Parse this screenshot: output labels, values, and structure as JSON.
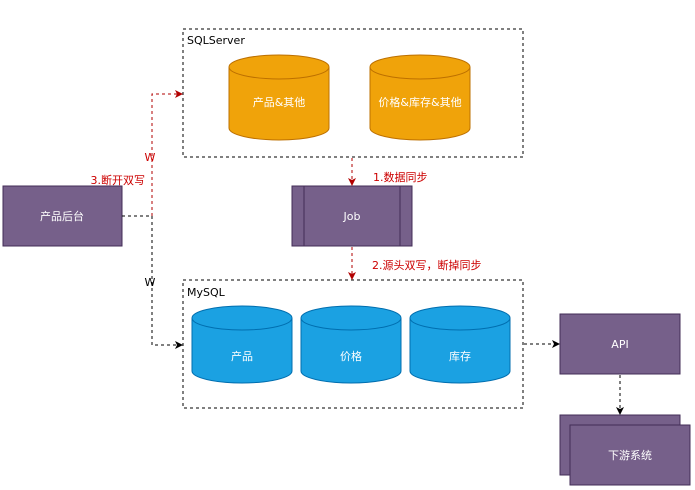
{
  "groups": {
    "sqlserver": {
      "label": "SQLServer"
    },
    "mysql": {
      "label": "MySQL"
    }
  },
  "nodes": {
    "product_backend": "产品后台",
    "job": "Job",
    "api": "API",
    "downstream": "下游系统"
  },
  "databases": {
    "sqlserver_products": "产品&其他",
    "sqlserver_price_inventory": "价格&库存&其他",
    "mysql_products": "产品",
    "mysql_price": "价格",
    "mysql_inventory": "库存"
  },
  "edges": {
    "data_sync": "1.数据同步",
    "source_double_write": "2.源头双写，断掉同步",
    "break_double_write": "3.断开双写",
    "write_top": "W",
    "write_bottom": "W"
  },
  "colors": {
    "orange_fill": "#f0a30a",
    "orange_stroke": "#bd7000",
    "blue_fill": "#1ba1e2",
    "blue_stroke": "#006eaf",
    "purple_fill": "#76608a",
    "purple_stroke": "#432d57",
    "red_text": "#cc0000",
    "red_line": "#b20000"
  }
}
